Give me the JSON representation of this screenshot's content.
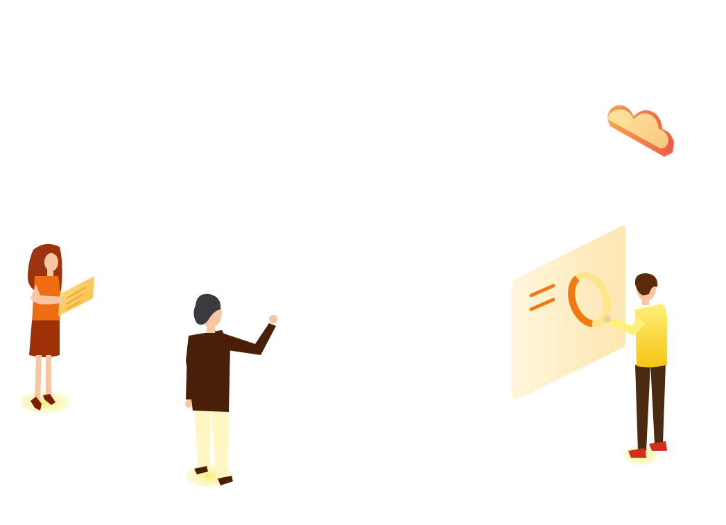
{
  "scene": {
    "description_shown": "",
    "colors": {
      "background": "#ffffff",
      "accent_orange": "#f07a10",
      "accent_yellow": "#f7e06a",
      "panel_cream": "#fdefc8",
      "dark_brown": "#4a1f08",
      "shadow_yellow": "#fbf6a6"
    },
    "elements": [
      "cloud-icon",
      "woman-with-tablet",
      "man-pointing-up",
      "dashboard-panel",
      "man-at-panel"
    ]
  }
}
